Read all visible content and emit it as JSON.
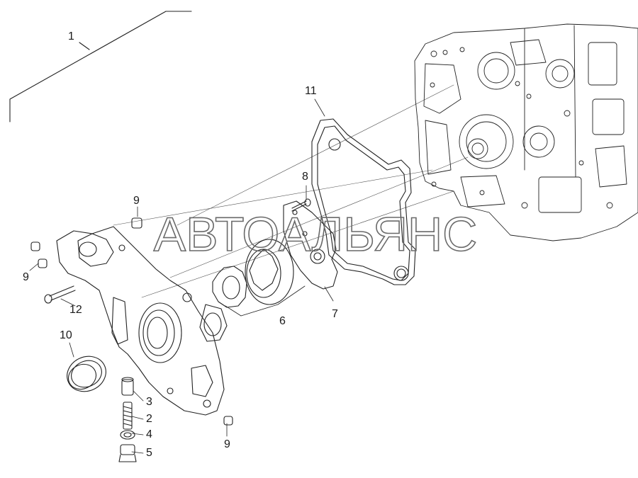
{
  "diagram": {
    "watermark": "АВТОАЛЬЯНС",
    "callouts": {
      "c1": "1",
      "c2": "2",
      "c3": "3",
      "c4": "4",
      "c5": "5",
      "c6": "6",
      "c7": "7",
      "c8": "8",
      "c9a": "9",
      "c9b": "9",
      "c9c": "9",
      "c10": "10",
      "c11": "11",
      "c12": "12"
    }
  }
}
